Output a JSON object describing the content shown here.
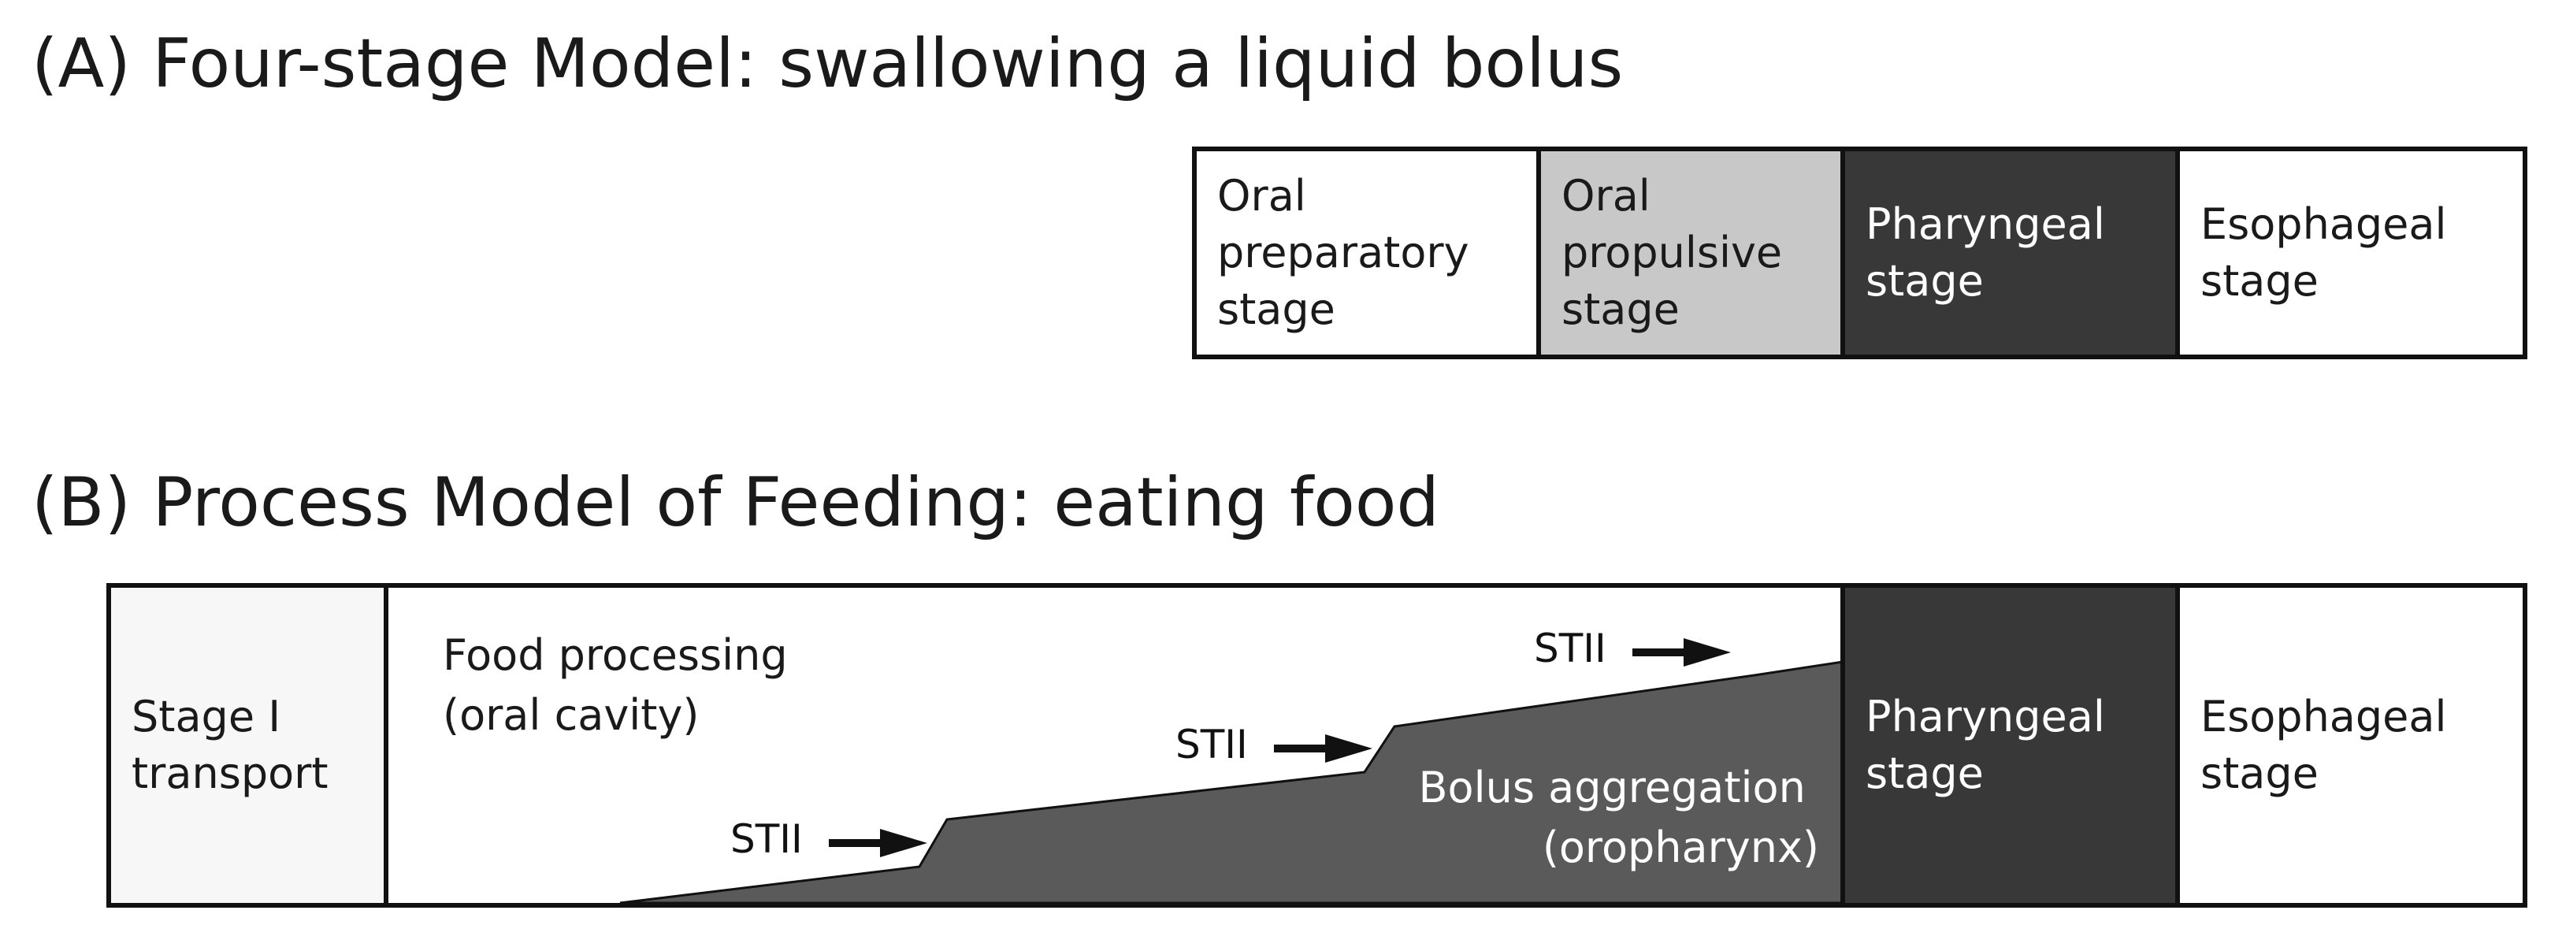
{
  "panel_a": {
    "title": "(A) Four-stage Model: swallowing a liquid bolus",
    "stages": [
      {
        "lines": [
          "Oral",
          "preparatory",
          "stage"
        ]
      },
      {
        "lines": [
          "Oral",
          "propulsive",
          "stage"
        ]
      },
      {
        "lines": [
          "Pharyngeal",
          "stage"
        ]
      },
      {
        "lines": [
          "Esophageal",
          "stage"
        ]
      }
    ]
  },
  "panel_b": {
    "title": "(B) Process Model of Feeding: eating food",
    "stage1": {
      "lines": [
        "Stage I",
        "transport"
      ]
    },
    "food_processing": {
      "lines": [
        "Food processing",
        "(oral cavity)"
      ]
    },
    "stii_label": "STII",
    "bolus": {
      "lines": [
        "Bolus aggregation",
        "(oropharynx)"
      ]
    },
    "pharyngeal": {
      "lines": [
        "Pharyngeal",
        "stage"
      ]
    },
    "esophageal": {
      "lines": [
        "Esophageal",
        "stage"
      ]
    }
  },
  "colors": {
    "light_grey": "#c8c8c8",
    "dark_grey": "#383838",
    "ramp_grey": "#5a5a5a",
    "outline": "#111111"
  }
}
